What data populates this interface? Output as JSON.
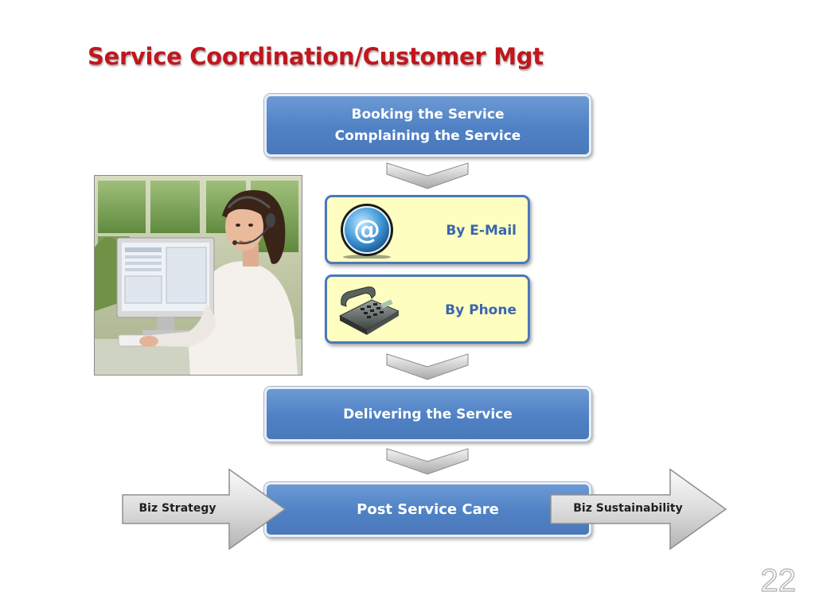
{
  "slide": {
    "title": "Service Coordination/Customer Mgt",
    "page_number": "22"
  },
  "flow": {
    "step1_line1": "Booking the Service",
    "step1_line2": "Complaining the Service",
    "channel_email": "By E-Mail",
    "channel_phone": "By Phone",
    "step2": "Delivering the Service",
    "step3": "Post Service Care"
  },
  "side_arrows": {
    "left": "Biz Strategy",
    "right": "Biz Sustainability"
  },
  "icons": {
    "email": "at-sign-icon",
    "phone": "telephone-icon",
    "photo": "call-center-agent-photo"
  },
  "colors": {
    "title": "#c0171d",
    "box_blue": "#4f81c4",
    "box_yellow": "#fefec0",
    "channel_text": "#3a66b0"
  }
}
